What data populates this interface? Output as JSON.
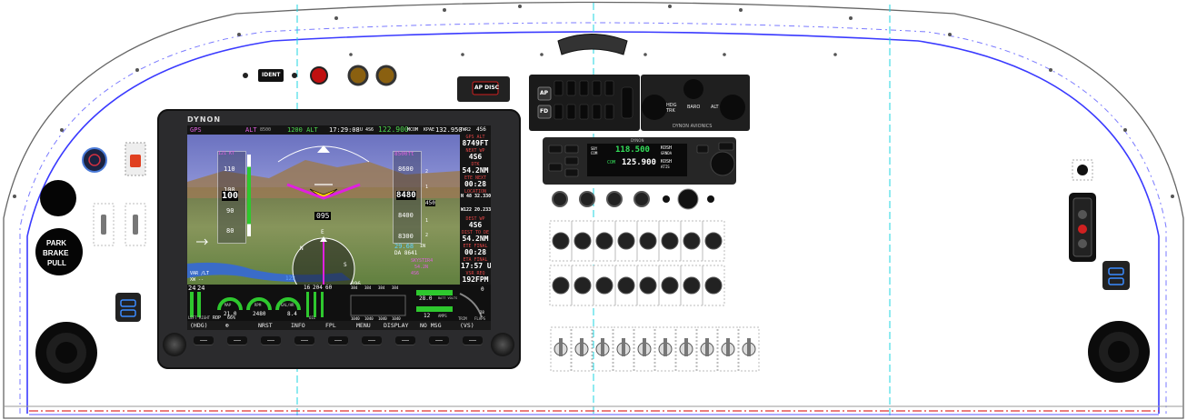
{
  "panel": {
    "ident_label": "IDENT",
    "ap_disc_label": "AP DISC",
    "park_brake": [
      "PARK",
      "BRAKE",
      "PULL"
    ],
    "colors": {
      "outline": "#5a5a5a",
      "blue_line": "#3a3aff",
      "cyan_line": "#1fd4e0",
      "red_line": "#e03030",
      "bezel": "#2b2b2d",
      "sky": "#7a80cc",
      "ground": "#7e8a55"
    }
  },
  "efis": {
    "brand": "DYNON",
    "topbar": {
      "gps": "GPS",
      "alt": "ALT",
      "alt_val": "8500",
      "xpdr": "1200 ALT",
      "time": "17:29:08",
      "tz": "U",
      "id1": "4S6",
      "com": "122.900",
      "com_lbl": "MCOM",
      "kpae": "KPAE",
      "stby": "132.950",
      "twr": "TWR2",
      "id2": "4S6"
    },
    "pfd": {
      "heading_top": "095",
      "heading_box": "095",
      "alt_bug": "8500ft",
      "alt_ticks": [
        "8600",
        "8480",
        "8400",
        "8300"
      ],
      "alt_current": "8480",
      "vs_vals": [
        "2",
        "1",
        "1",
        "2"
      ],
      "vs_box": "450",
      "baro": "29.68",
      "baro_unit": "IN",
      "density": "DA 8641",
      "spd_ticks": [
        "110",
        "100",
        "90",
        "80"
      ],
      "spd_current": "100",
      "spd_bug": "121 KT",
      "tas": "122",
      "gs_lbl": "GS",
      "wind_lbl": "VAR /LT",
      "wind_val": "XW --",
      "hdg_marks": [
        "N",
        "3",
        "E",
        "6",
        "S",
        "W",
        "M"
      ],
      "hdg_bottom": "096",
      "flight_plan": [
        "SKYSTIR4",
        "54.2N",
        "4S6"
      ]
    },
    "sidebar": [
      {
        "label": "GPS ALT",
        "value": "8749FT"
      },
      {
        "label": "NEXT WP",
        "value": "4S6"
      },
      {
        "label": "DTK",
        "value": "54.2NM"
      },
      {
        "label": "ETE NEXT",
        "value": "00:28"
      },
      {
        "label": "LOCATION",
        "value": "N 48 32.330"
      },
      {
        "label": "",
        "value": "W122 20.233"
      },
      {
        "label": "DEST WP",
        "value": "4S6"
      },
      {
        "label": "DIST TO DE",
        "value": "54.2NM"
      },
      {
        "label": "ETE FINAL",
        "value": "00:28"
      },
      {
        "label": "ETA FINAL",
        "value": "17:57 U"
      },
      {
        "label": "VSR REQ",
        "value": "192FPM"
      }
    ],
    "ems": {
      "fuel_left": "24",
      "fuel_right": "24",
      "fuel_lbl": "LEFT RIGHT",
      "map": "21.0",
      "map_lbl": "MAP",
      "rpm": "2480",
      "rpm_lbl": "RPM",
      "rop": "ROP",
      "pct": "66%",
      "ff": "8.4",
      "ff_lbl": "GAL/HR",
      "oil": [
        "16",
        "204",
        "60"
      ],
      "oil_lbl": "OIL",
      "cht": [
        "384",
        "384",
        "384",
        "384"
      ],
      "egt": [
        "1040",
        "1040",
        "1040",
        "1040"
      ],
      "volts": "28.0",
      "volts_lbl": "BATT VOLTS",
      "amps": "12",
      "amps_lbl": "AMPS",
      "trim_lbl": "TRIM",
      "flaps_lbl": "FLAPS",
      "flaps_val": "0",
      "flaps_max": "28"
    },
    "softkeys": [
      "(HDG)",
      "⊕",
      "NRST",
      "INFO",
      "FPL",
      "MENU",
      "DISPLAY",
      "NO MSG",
      "(VS)"
    ]
  },
  "autopilot": {
    "ap_lbl": "AP",
    "fd_lbl": "FD",
    "hdg_trk": "HDG TRK",
    "baro": "BARO",
    "alt": "ALT",
    "brand": "DYNON AVIONICS"
  },
  "com_radio": {
    "brand": "DYNON",
    "active_lbl": "SBY COM",
    "active": "118.500",
    "active_id": "KOSH",
    "active_id2": "GRNDA",
    "standby_lbl": "COM",
    "standby": "125.900",
    "standby_id": "KOSH",
    "standby_id2": "ATIS"
  }
}
